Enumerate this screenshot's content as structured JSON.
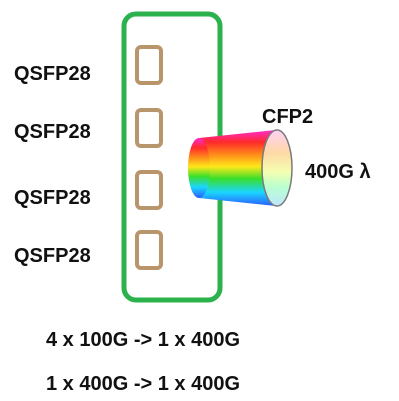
{
  "ports": [
    {
      "label": "QSFP28"
    },
    {
      "label": "QSFP28"
    },
    {
      "label": "QSFP28"
    },
    {
      "label": "QSFP28"
    }
  ],
  "module": {
    "label": "CFP2",
    "wavelength_label": "400G λ"
  },
  "captions": [
    "4 x 100G -> 1 x 400G",
    "1 x 400G -> 1 x 400G"
  ],
  "colors": {
    "card_border": "#2bb24c",
    "port_border": "#b8956a",
    "text": "#111111"
  },
  "icons": {
    "module": "rainbow-cylinder-icon",
    "port": "port-slot-icon"
  }
}
